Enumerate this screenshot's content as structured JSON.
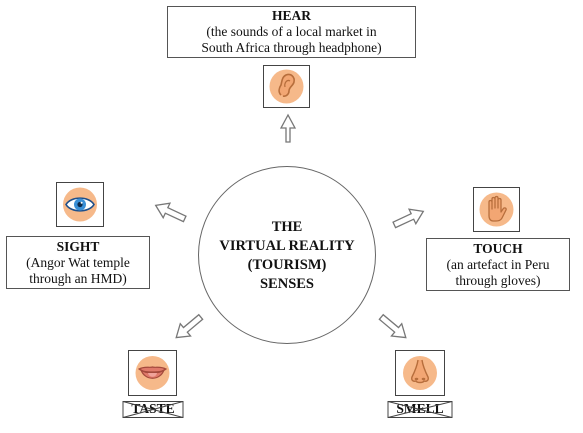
{
  "center": {
    "lines": [
      "THE",
      "VIRTUAL REALITY",
      "(TOURISM)",
      "SENSES"
    ]
  },
  "senses": {
    "hear": {
      "title": "HEAR",
      "line1": "(the sounds of a local market in",
      "line2": "South Africa through headphone)",
      "icon": "ear-icon"
    },
    "sight": {
      "title": "SIGHT",
      "line1": "(Angor Wat temple",
      "line2": "through an HMD)",
      "icon": "eye-icon"
    },
    "touch": {
      "title": "TOUCH",
      "line1": "(an artefact in Peru",
      "line2": "through gloves)",
      "icon": "hand-icon"
    },
    "taste": {
      "title": "TASTE",
      "icon": "mouth-icon"
    },
    "smell": {
      "title": "SMELL",
      "icon": "nose-icon"
    }
  },
  "colors": {
    "icon_fill": "#f6b98a",
    "icon_stroke": "#b76e3c",
    "eye_iris": "#3a8fd6",
    "lips": "#e07a6a"
  }
}
